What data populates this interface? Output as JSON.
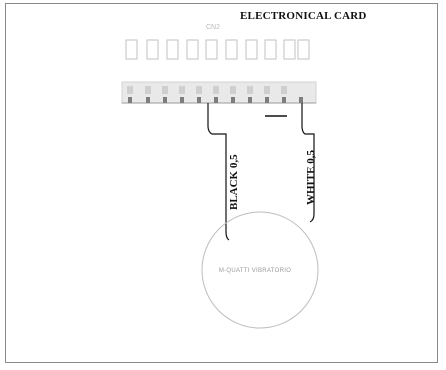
{
  "title": "ELECTRONICAL CARD",
  "connector": {
    "label": "CN2"
  },
  "wires": [
    {
      "label": "BLACK 0,5",
      "color": "#111111"
    },
    {
      "label": "WHITE 0,5",
      "color": "#111111"
    }
  ],
  "motor": {
    "label": "M-QUATTI VIBRATORIO"
  },
  "colors": {
    "line": "#111111",
    "faint": "#c4c4c4",
    "frame": "#8a8a8a"
  }
}
